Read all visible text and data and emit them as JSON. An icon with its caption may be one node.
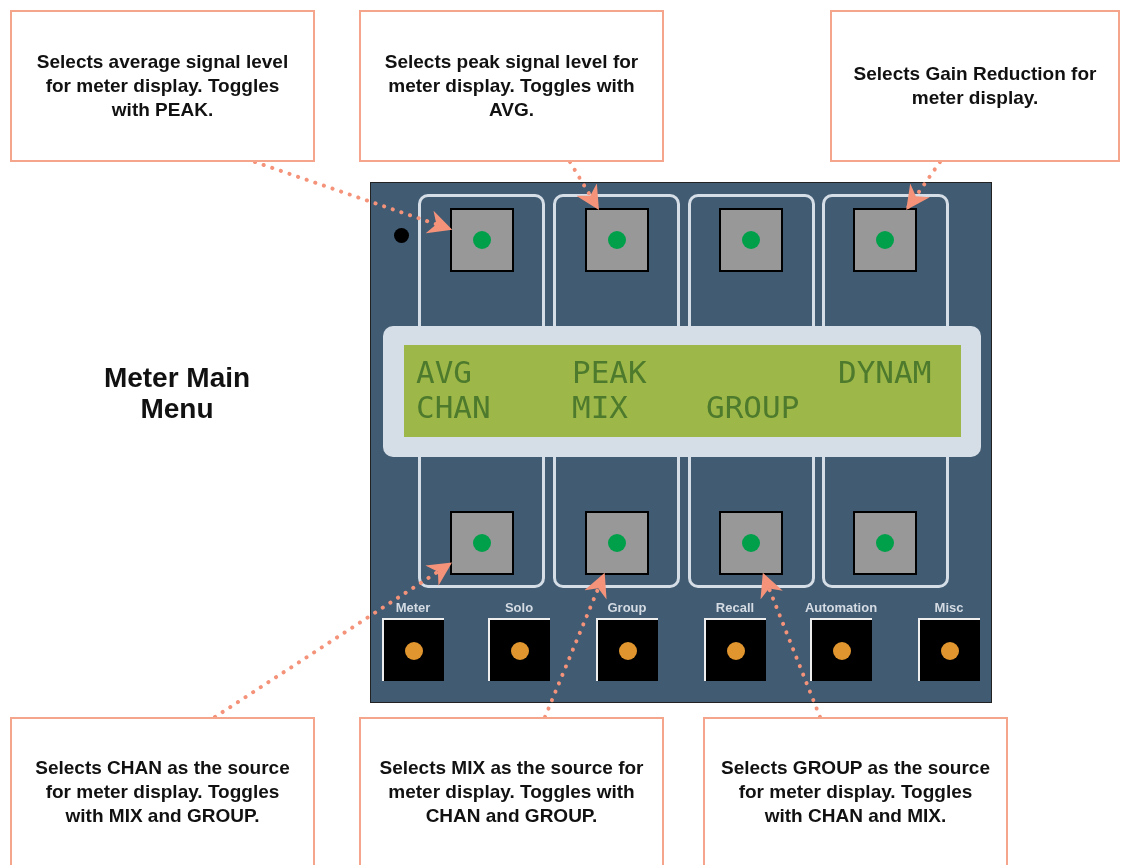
{
  "diagram": {
    "nodes": [
      {
        "text": [
          "Selects average signal level for meter display. Toggles with PEAK."
        ]
      },
      {
        "text": [
          "Selects peak signal level for meter display. Toggles with AVG."
        ]
      },
      {
        "text": [
          "Selects Gain Reduction for meter display."
        ]
      },
      {
        "text": [],
        "shape": "box"
      },
      {
        "text": [],
        "shape": "box"
      },
      {
        "text": [],
        "shape": "box"
      },
      {
        "text": [],
        "shape": "box"
      },
      {
        "text": [
          "AVG",
          "PEAK",
          "DYNAM",
          "CHAN",
          "MIX",
          "GROUP"
        ]
      },
      {
        "text": [],
        "shape": "box"
      },
      {
        "text": [],
        "shape": "box"
      },
      {
        "text": [],
        "shape": "box"
      },
      {
        "text": [],
        "shape": "box"
      },
      {
        "text": [
          "Meter"
        ]
      },
      {
        "text": [
          "Solo"
        ]
      },
      {
        "text": [
          "Group"
        ]
      },
      {
        "text": [
          "Recall"
        ]
      },
      {
        "text": [
          "Automation"
        ]
      },
      {
        "text": [
          "Misc"
        ]
      },
      {
        "text": [
          "Selects CHAN as the source for meter display. Toggles with MIX and GROUP."
        ]
      },
      {
        "text": [
          "Selects MIX as the source for meter display. Toggles with CHAN and GROUP."
        ]
      },
      {
        "text": [
          "Selects GROUP as the source for meter display. Toggles with CHAN and MIX."
        ]
      }
    ],
    "edges": [
      {
        "from": 0,
        "to": 3,
        "arrow": "to"
      },
      {
        "from": 1,
        "to": 4,
        "arrow": "to"
      },
      {
        "from": 2,
        "to": 6,
        "arrow": "to"
      },
      {
        "from": 18,
        "to": 8,
        "arrow": "to"
      },
      {
        "from": 19,
        "to": 9,
        "arrow": "to"
      },
      {
        "from": 20,
        "to": 10,
        "arrow": "to"
      }
    ],
    "labels": [
      "Meter Main Menu"
    ]
  }
}
